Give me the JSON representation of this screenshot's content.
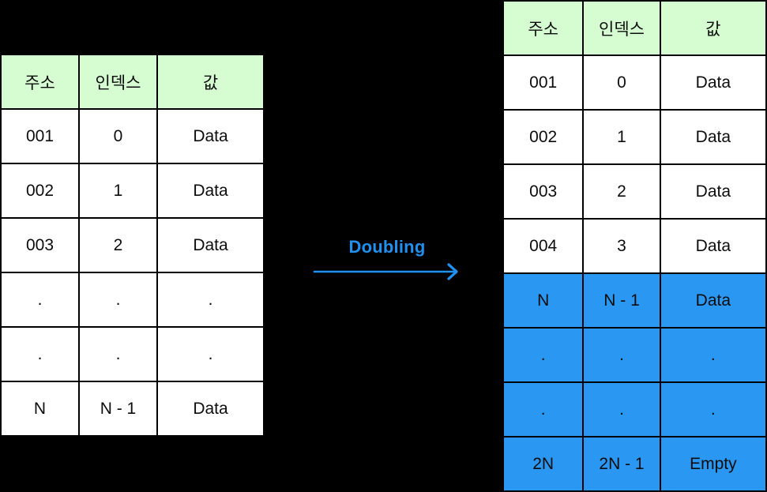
{
  "colors": {
    "background": "#000000",
    "header_bg": "#d6fcd1",
    "highlight_bg": "#2a97f2",
    "cell_bg": "#ffffff",
    "accent_blue": "#2091ef",
    "border": "#000000",
    "text": "#0d0d0d"
  },
  "arrow": {
    "label": "Doubling"
  },
  "left_table": {
    "headers": [
      "주소",
      "인덱스",
      "값"
    ],
    "rows": [
      {
        "cells": [
          "001",
          "0",
          "Data"
        ],
        "highlight": false
      },
      {
        "cells": [
          "002",
          "1",
          "Data"
        ],
        "highlight": false
      },
      {
        "cells": [
          "003",
          "2",
          "Data"
        ],
        "highlight": false
      },
      {
        "cells": [
          ".",
          ".",
          "."
        ],
        "highlight": false
      },
      {
        "cells": [
          ".",
          ".",
          "."
        ],
        "highlight": false
      },
      {
        "cells": [
          "N",
          "N - 1",
          "Data"
        ],
        "highlight": false
      }
    ]
  },
  "right_table": {
    "headers": [
      "주소",
      "인덱스",
      "값"
    ],
    "rows": [
      {
        "cells": [
          "001",
          "0",
          "Data"
        ],
        "highlight": false
      },
      {
        "cells": [
          "002",
          "1",
          "Data"
        ],
        "highlight": false
      },
      {
        "cells": [
          "003",
          "2",
          "Data"
        ],
        "highlight": false
      },
      {
        "cells": [
          "004",
          "3",
          "Data"
        ],
        "highlight": false
      },
      {
        "cells": [
          "N",
          "N - 1",
          "Data"
        ],
        "highlight": true
      },
      {
        "cells": [
          ".",
          ".",
          "."
        ],
        "highlight": true
      },
      {
        "cells": [
          ".",
          ".",
          "."
        ],
        "highlight": true
      },
      {
        "cells": [
          "2N",
          "2N - 1",
          "Empty"
        ],
        "highlight": true
      }
    ]
  }
}
